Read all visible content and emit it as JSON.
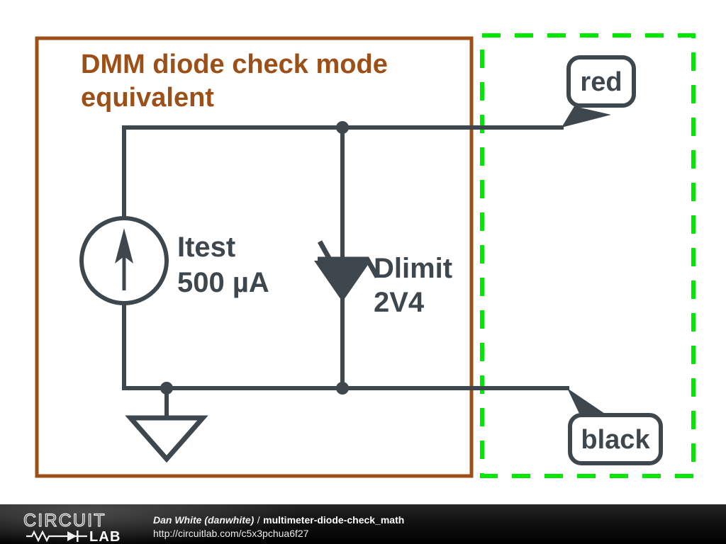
{
  "schematic": {
    "title_line1": "DMM diode check mode",
    "title_line2": "equivalent",
    "title_color": "#9C4F16",
    "enclosure_color": "#9C4F16",
    "probe_region_color": "#00E800",
    "wire_color": "#3E474D",
    "components": [
      {
        "id": "Itest",
        "type": "current-source",
        "name": "Itest",
        "value": "500 µA"
      },
      {
        "id": "Dlimit",
        "type": "zener-diode",
        "name": "Dlimit",
        "value": "2V4"
      },
      {
        "id": "GND",
        "type": "ground",
        "name": "ground"
      }
    ],
    "probes": [
      {
        "id": "red",
        "label": "red"
      },
      {
        "id": "black",
        "label": "black"
      }
    ]
  },
  "footer": {
    "author": "Dan White (danwhite)",
    "separator": "/",
    "circuit_name": "multimeter-diode-check_math",
    "url": "http://circuitlab.com/c5x3pchua6f27",
    "logo_top": "CIRCUIT",
    "logo_bottom": "LAB"
  }
}
